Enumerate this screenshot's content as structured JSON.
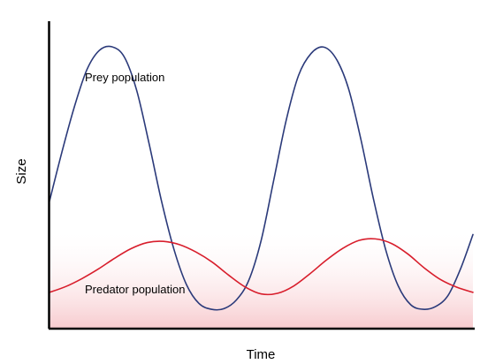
{
  "chart_data": {
    "type": "line",
    "xlabel": "Time",
    "ylabel": "Size",
    "xlim": [
      0,
      100
    ],
    "ylim": [
      0,
      100
    ],
    "grid": false,
    "x": [
      0,
      2.5,
      5,
      7.5,
      10,
      12.5,
      15,
      17.5,
      20,
      22.5,
      25,
      27.5,
      30,
      32.5,
      35,
      37.5,
      40,
      42.5,
      45,
      47.5,
      50,
      52.5,
      55,
      57.5,
      60,
      62.5,
      65,
      67.5,
      70,
      72.5,
      75,
      77.5,
      80,
      82.5,
      85,
      87.5,
      90,
      92.5,
      95,
      97.5,
      100
    ],
    "series": [
      {
        "name": "Prey population",
        "color": "#2b3a7a",
        "values": [
          41.5,
          57.5,
          72.2,
          84.2,
          90.5,
          91.7,
          88.4,
          77.5,
          60.1,
          41.4,
          25.7,
          14.3,
          8.2,
          6.3,
          6.5,
          9.3,
          15.7,
          28.8,
          48.2,
          67.7,
          82.4,
          89.5,
          91.6,
          87.9,
          78.2,
          61.6,
          42.4,
          25.6,
          13.9,
          7.8,
          6.3,
          7.2,
          10.8,
          19.4,
          30.6
        ]
      },
      {
        "name": "Predator population",
        "color": "#d81e2c",
        "values": [
          11.8,
          13.7,
          16.3,
          19.4,
          22.9,
          26.0,
          28.0,
          28.4,
          27.3,
          24.9,
          21.6,
          17.4,
          13.6,
          11.3,
          11.5,
          13.9,
          17.9,
          22.3,
          26.1,
          28.7,
          29.2,
          27.7,
          24.3,
          19.8,
          16.0,
          13.5,
          11.8
        ]
      }
    ]
  },
  "background": {
    "band_color": "#f7c8cc"
  }
}
